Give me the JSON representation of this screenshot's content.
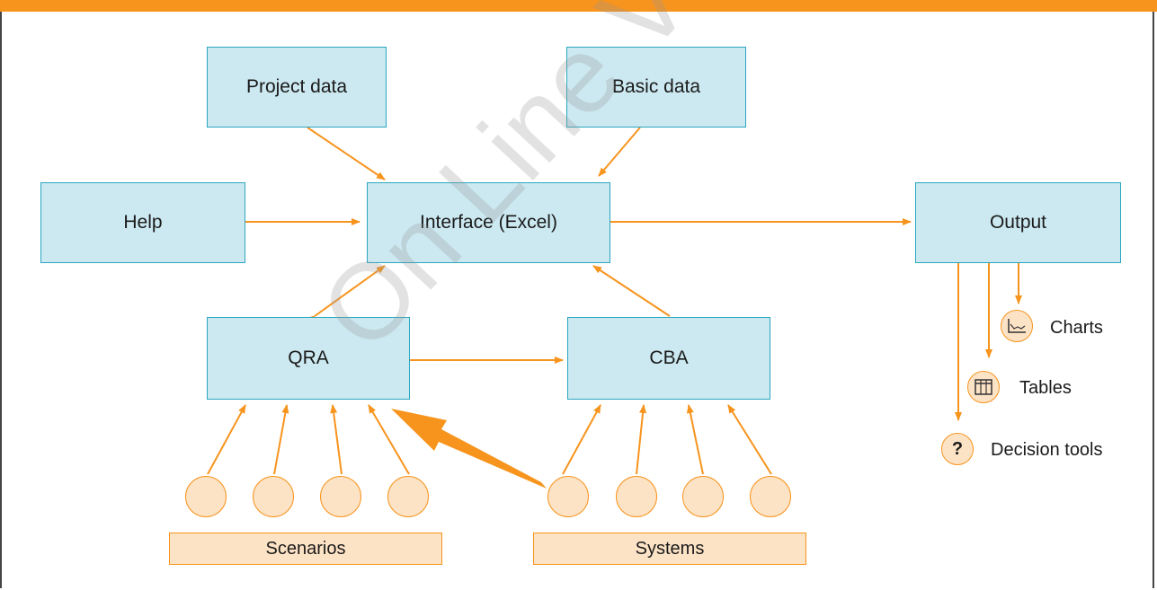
{
  "boxes": {
    "project_data": "Project data",
    "basic_data": "Basic data",
    "help": "Help",
    "interface": "Interface (Excel)",
    "output": "Output",
    "qra": "QRA",
    "cba": "CBA"
  },
  "groups": {
    "scenarios": "Scenarios",
    "systems": "Systems"
  },
  "outputs": {
    "charts": "Charts",
    "tables": "Tables",
    "decision_tools": "Decision tools",
    "decision_icon_glyph": "?"
  },
  "watermark": "On Line Version",
  "colors": {
    "accent_orange": "#f7941d",
    "box_fill": "#cce9f1",
    "box_border": "#2aa7c0",
    "tag_fill": "#fde3c6"
  }
}
